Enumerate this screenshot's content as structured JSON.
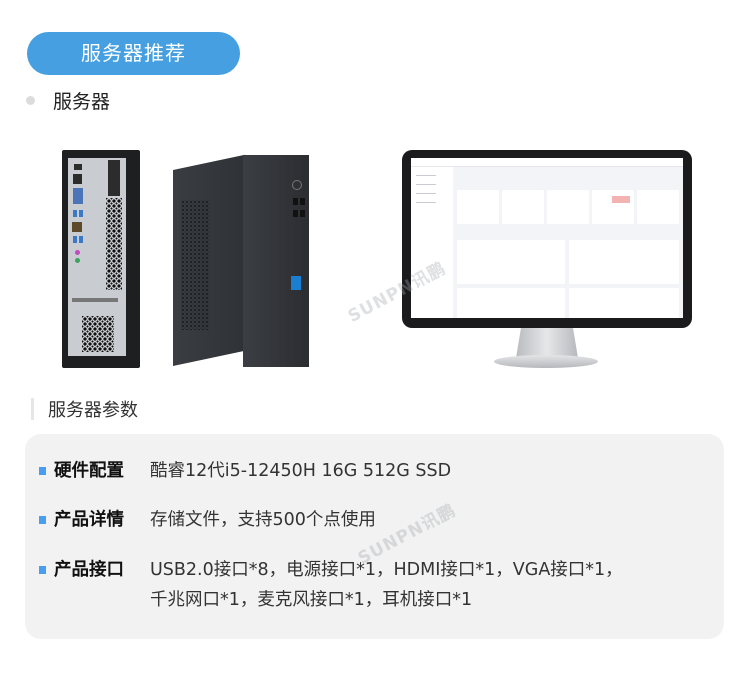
{
  "header": {
    "title": "服务器推荐",
    "accent_color": "#459fe0"
  },
  "category": {
    "label": "服务器"
  },
  "images": {
    "server_back": "server-rear-panel",
    "server_front": "server-tower-front",
    "monitor": "monitor-with-dashboard-software"
  },
  "watermark": {
    "text": "SUNPN讯鹏"
  },
  "params": {
    "heading": "服务器参数",
    "rows": [
      {
        "key": "硬件配置",
        "value": "酷睿12代i5-12450H 16G 512G SSD"
      },
      {
        "key": "产品详情",
        "value": "存储文件，支持500个点使用"
      },
      {
        "key": "产品接口",
        "value_line1": "USB2.0接口*8，电源接口*1，HDMI接口*1，VGA接口*1，",
        "value_line2": "千兆网口*1，麦克风接口*1，耳机接口*1"
      }
    ],
    "bullet_color": "#4a9ef0",
    "box_color": "#f2f2f2"
  }
}
